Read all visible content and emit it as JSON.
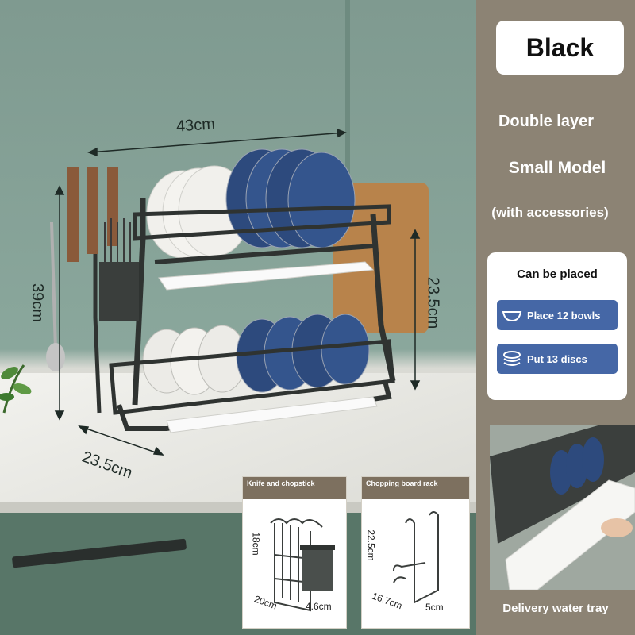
{
  "dimensions": {
    "width": "43cm",
    "height": "39cm",
    "depth": "23.5cm",
    "side_height": "23.5cm"
  },
  "panel": {
    "color": "Black",
    "line1": "Double layer",
    "line2": "Small Model",
    "line3": "(with accessories)",
    "placed_title": "Can be placed",
    "bowls_label": "Place 12 bowls",
    "discs_label": "Put 13 discs",
    "tray_caption": "Delivery water tray"
  },
  "inset_knife": {
    "title": "Knife and chopstick",
    "height": "18cm",
    "width": "20cm",
    "depth": "4.6cm"
  },
  "inset_board": {
    "title": "Chopping board rack",
    "height": "22.5cm",
    "width": "16.7cm",
    "depth": "5cm"
  },
  "colors": {
    "accent_blue": "#4567a6",
    "panel_bg": "#8c8374",
    "rack": "#2f3331"
  }
}
